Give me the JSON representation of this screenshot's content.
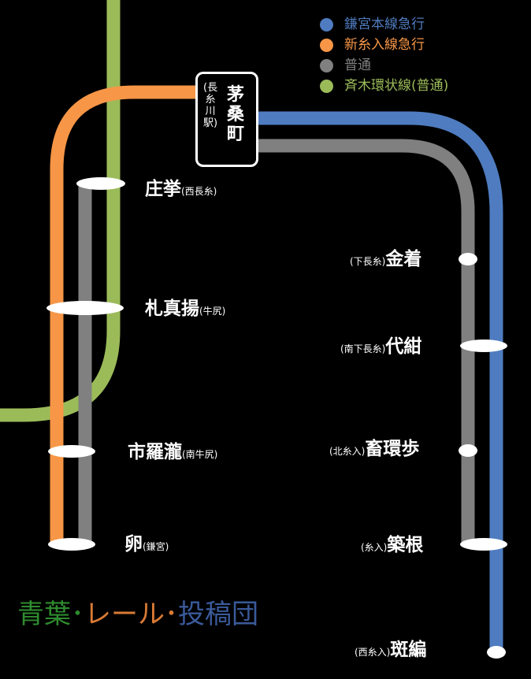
{
  "legend": [
    {
      "label": "鎌宮本線急行",
      "color": "#4f7cc0"
    },
    {
      "label": "新糸入線急行",
      "color": "#f79646"
    },
    {
      "label": "普通",
      "color": "#808080"
    },
    {
      "label": "斉木環状線(普通)",
      "color": "#9bbb59"
    }
  ],
  "hub": {
    "name": "茅桑町",
    "sub": "(長糸川駅)"
  },
  "stations": {
    "s1": {
      "name": "庄挙",
      "sub": "(西長糸)"
    },
    "s2": {
      "name": "札真揚",
      "sub": "(牛尻)"
    },
    "s3": {
      "name": "市羅瀧",
      "sub": "(南牛尻)"
    },
    "s4": {
      "name": "卵",
      "sub": "(鎌宮)"
    },
    "s5": {
      "name": "金着",
      "sub": "(下長糸)"
    },
    "s6": {
      "name": "代紺",
      "sub": "(南下長糸)"
    },
    "s7": {
      "name": "畜環歩",
      "sub": "(北糸入)"
    },
    "s8": {
      "name": "築根",
      "sub": "(糸入)"
    },
    "s9": {
      "name": "斑編",
      "sub": "(西糸入)"
    }
  },
  "footer": {
    "part1": "青葉",
    "sep1": "･",
    "part2": "レール",
    "sep2": "･",
    "part3": "投稿団",
    "color1": "#2e8b2e",
    "color2": "#d97a35",
    "color3": "#3a5a9a"
  },
  "colors": {
    "blue": "#4f7cc0",
    "orange": "#f79646",
    "gray": "#808080",
    "green": "#9bbb59"
  }
}
